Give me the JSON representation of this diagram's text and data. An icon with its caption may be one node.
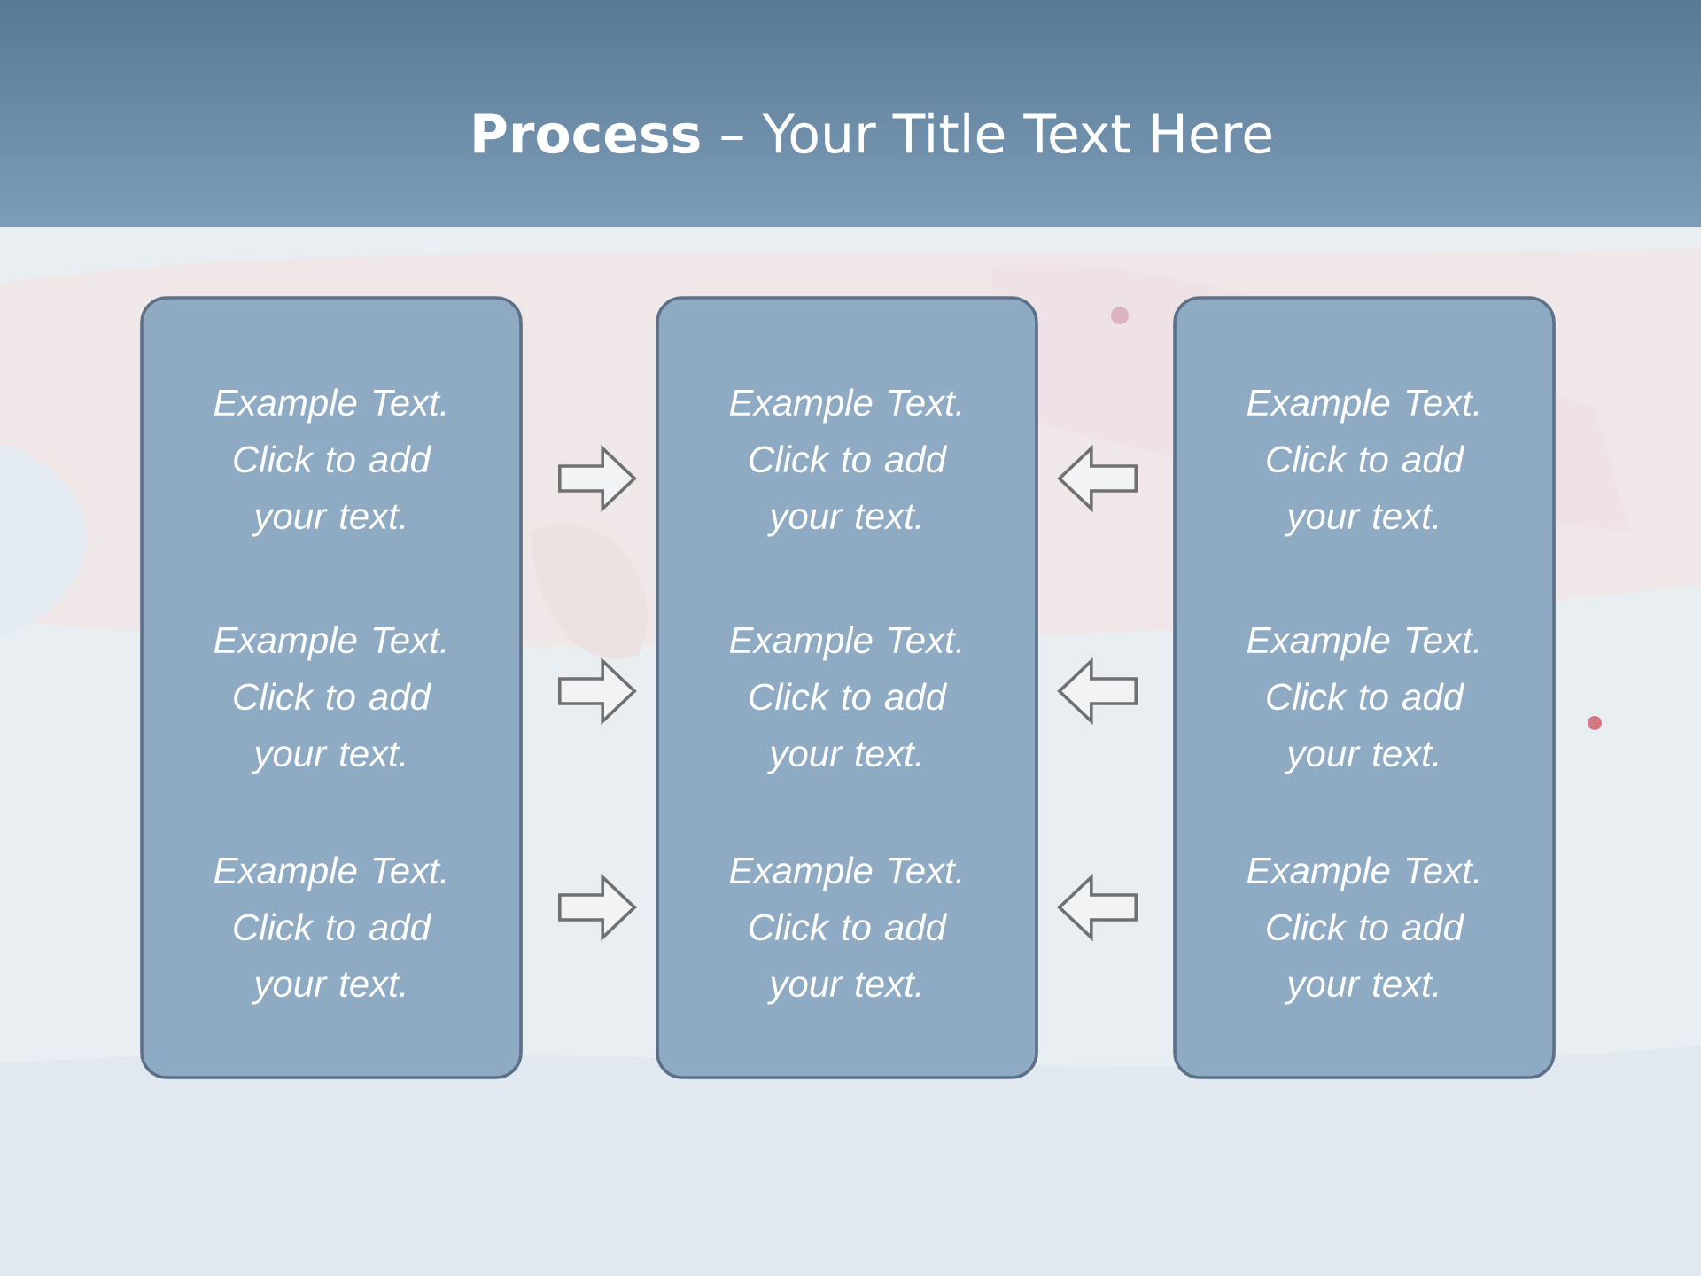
{
  "diagram": {
    "title": "**Process** – Your Title Text Here",
    "nodes": [
      {
        "text": [
          "Example Text. Click to add your text.",
          "Example Text. Click to add your text.",
          "Example Text. Click to add your text."
        ]
      },
      {
        "text": [
          "Example Text. Click to add your text.",
          "Example Text. Click to add your text.",
          "Example Text. Click to add your text."
        ]
      },
      {
        "text": [
          "Example Text. Click to add your text.",
          "Example Text. Click to add your text.",
          "Example Text. Click to add your text."
        ]
      }
    ],
    "edges": [
      {
        "from": 0,
        "to": 1,
        "arrow": "to"
      },
      {
        "from": 0,
        "to": 1,
        "arrow": "to"
      },
      {
        "from": 0,
        "to": 1,
        "arrow": "to"
      },
      {
        "from": 2,
        "to": 1,
        "arrow": "to"
      },
      {
        "from": 2,
        "to": 1,
        "arrow": "to"
      },
      {
        "from": 2,
        "to": 1,
        "arrow": "to"
      }
    ]
  }
}
